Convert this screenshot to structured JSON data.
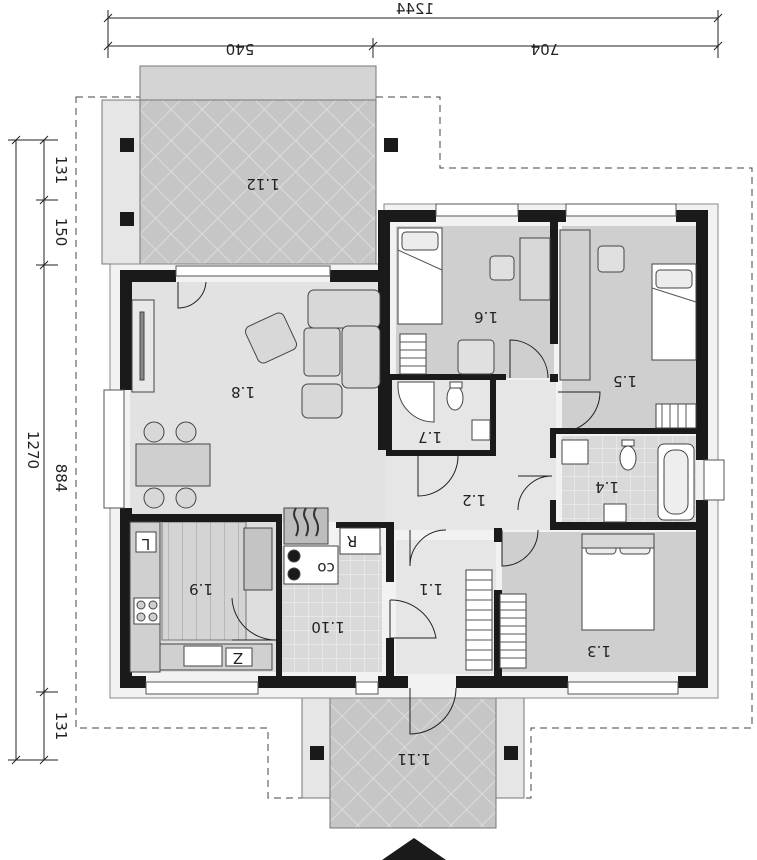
{
  "dimensions": {
    "top_total": "1244",
    "top_left": "540",
    "top_right": "704",
    "left_total": "1270",
    "left_inner": "884",
    "left_a": "131",
    "left_b": "150",
    "left_c": "131"
  },
  "rooms": {
    "r1_1": "1.1",
    "r1_2": "1.2",
    "r1_3": "1.3",
    "r1_4": "1.4",
    "r1_5": "1.5",
    "r1_6": "1.6",
    "r1_7": "1.7",
    "r1_8": "1.8",
    "r1_9": "1.9",
    "r1_10": "1.10",
    "r1_11": "1.11",
    "r1_12": "1.12"
  },
  "appliance_labels": {
    "co": "co",
    "r": "R",
    "sink_z": "Z",
    "l_mark": "L"
  },
  "colors": {
    "wall": "#1a1a1a",
    "floor_light": "#e0e0e0",
    "floor_mid": "#cfcfcf",
    "terrace": "#c4c4c4"
  }
}
